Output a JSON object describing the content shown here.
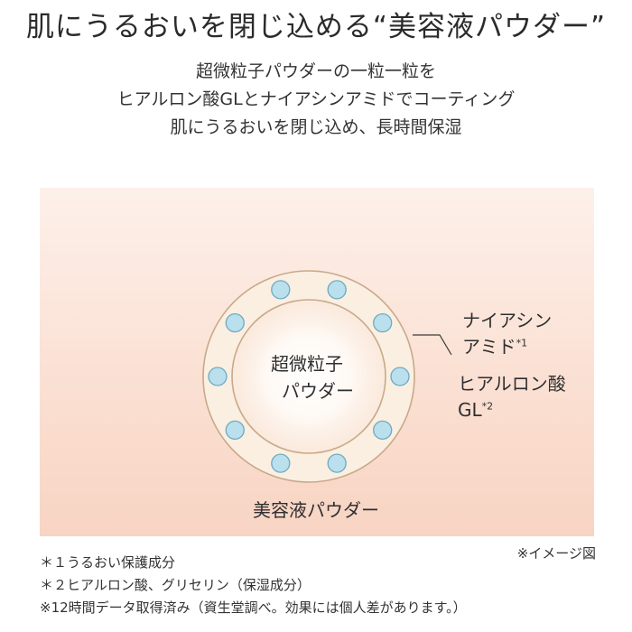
{
  "title": "肌にうるおいを閉じ込める“美容液パウダー”",
  "subtitle": [
    "超微粒子パウダーの一粒一粒を",
    "ヒアルロン酸GLとナイアシンアミドでコーティング",
    "肌にうるおいを閉じ込め、長時間保湿"
  ],
  "diagram": {
    "core_label": [
      "超微粒子",
      "パウダー"
    ],
    "niacinamide_label": [
      "ナイアシン",
      "アミド"
    ],
    "niacinamide_mark": "*1",
    "hyaluronic_label": [
      "ヒアルロン酸",
      "GL"
    ],
    "hyaluronic_mark": "*2",
    "caption": "美容液パウダー",
    "colors": {
      "ring": "#faefe1",
      "ring_outline": "#c9a98a",
      "dot_fill": "#b9e0ec",
      "dot_outline": "#6fa9c2",
      "core_glow": "#ffffff"
    }
  },
  "image_note": "※イメージ図",
  "footnotes": [
    "＊１うるおい保護成分",
    "＊２ヒアルロン酸、グリセリン（保湿成分）",
    "※12時間データ取得済み（資生堂調べ。効果には個人差があります。）"
  ]
}
